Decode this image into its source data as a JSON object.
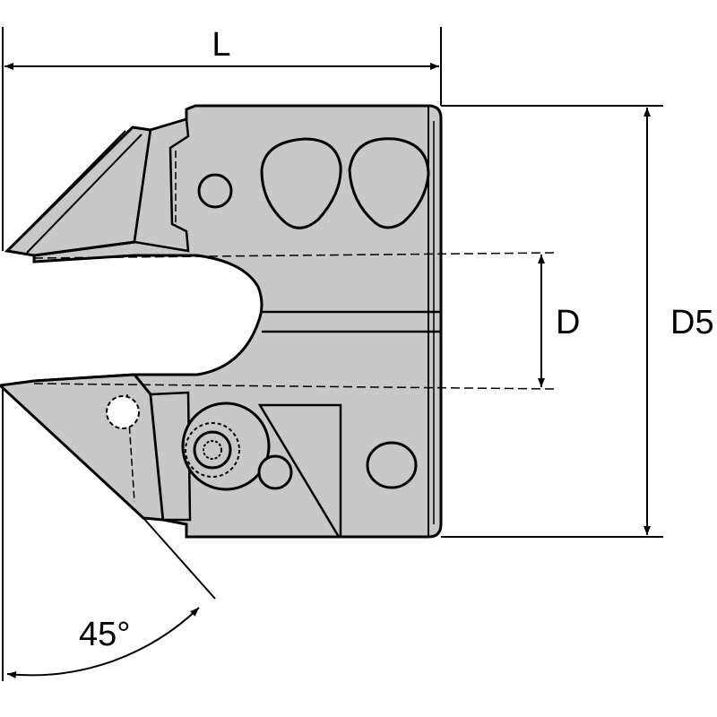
{
  "diagram": {
    "labels": {
      "length": "L",
      "bore_diameter": "D",
      "body_diameter": "D5",
      "angle": "45°"
    },
    "colors": {
      "body_fill": "#c8c8c8",
      "outline": "#000000",
      "background": "#ffffff"
    }
  }
}
